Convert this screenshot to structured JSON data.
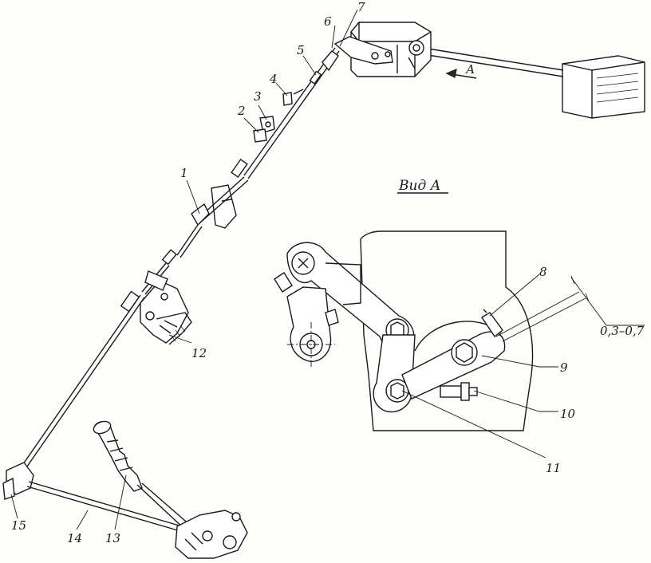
{
  "figure": {
    "view_title": "Вид А",
    "arrow_label": "А",
    "dimension": "0,3–0,7",
    "callouts": [
      "1",
      "2",
      "3",
      "4",
      "5",
      "6",
      "7",
      "8",
      "9",
      "10",
      "11",
      "12",
      "13",
      "14",
      "15"
    ]
  }
}
